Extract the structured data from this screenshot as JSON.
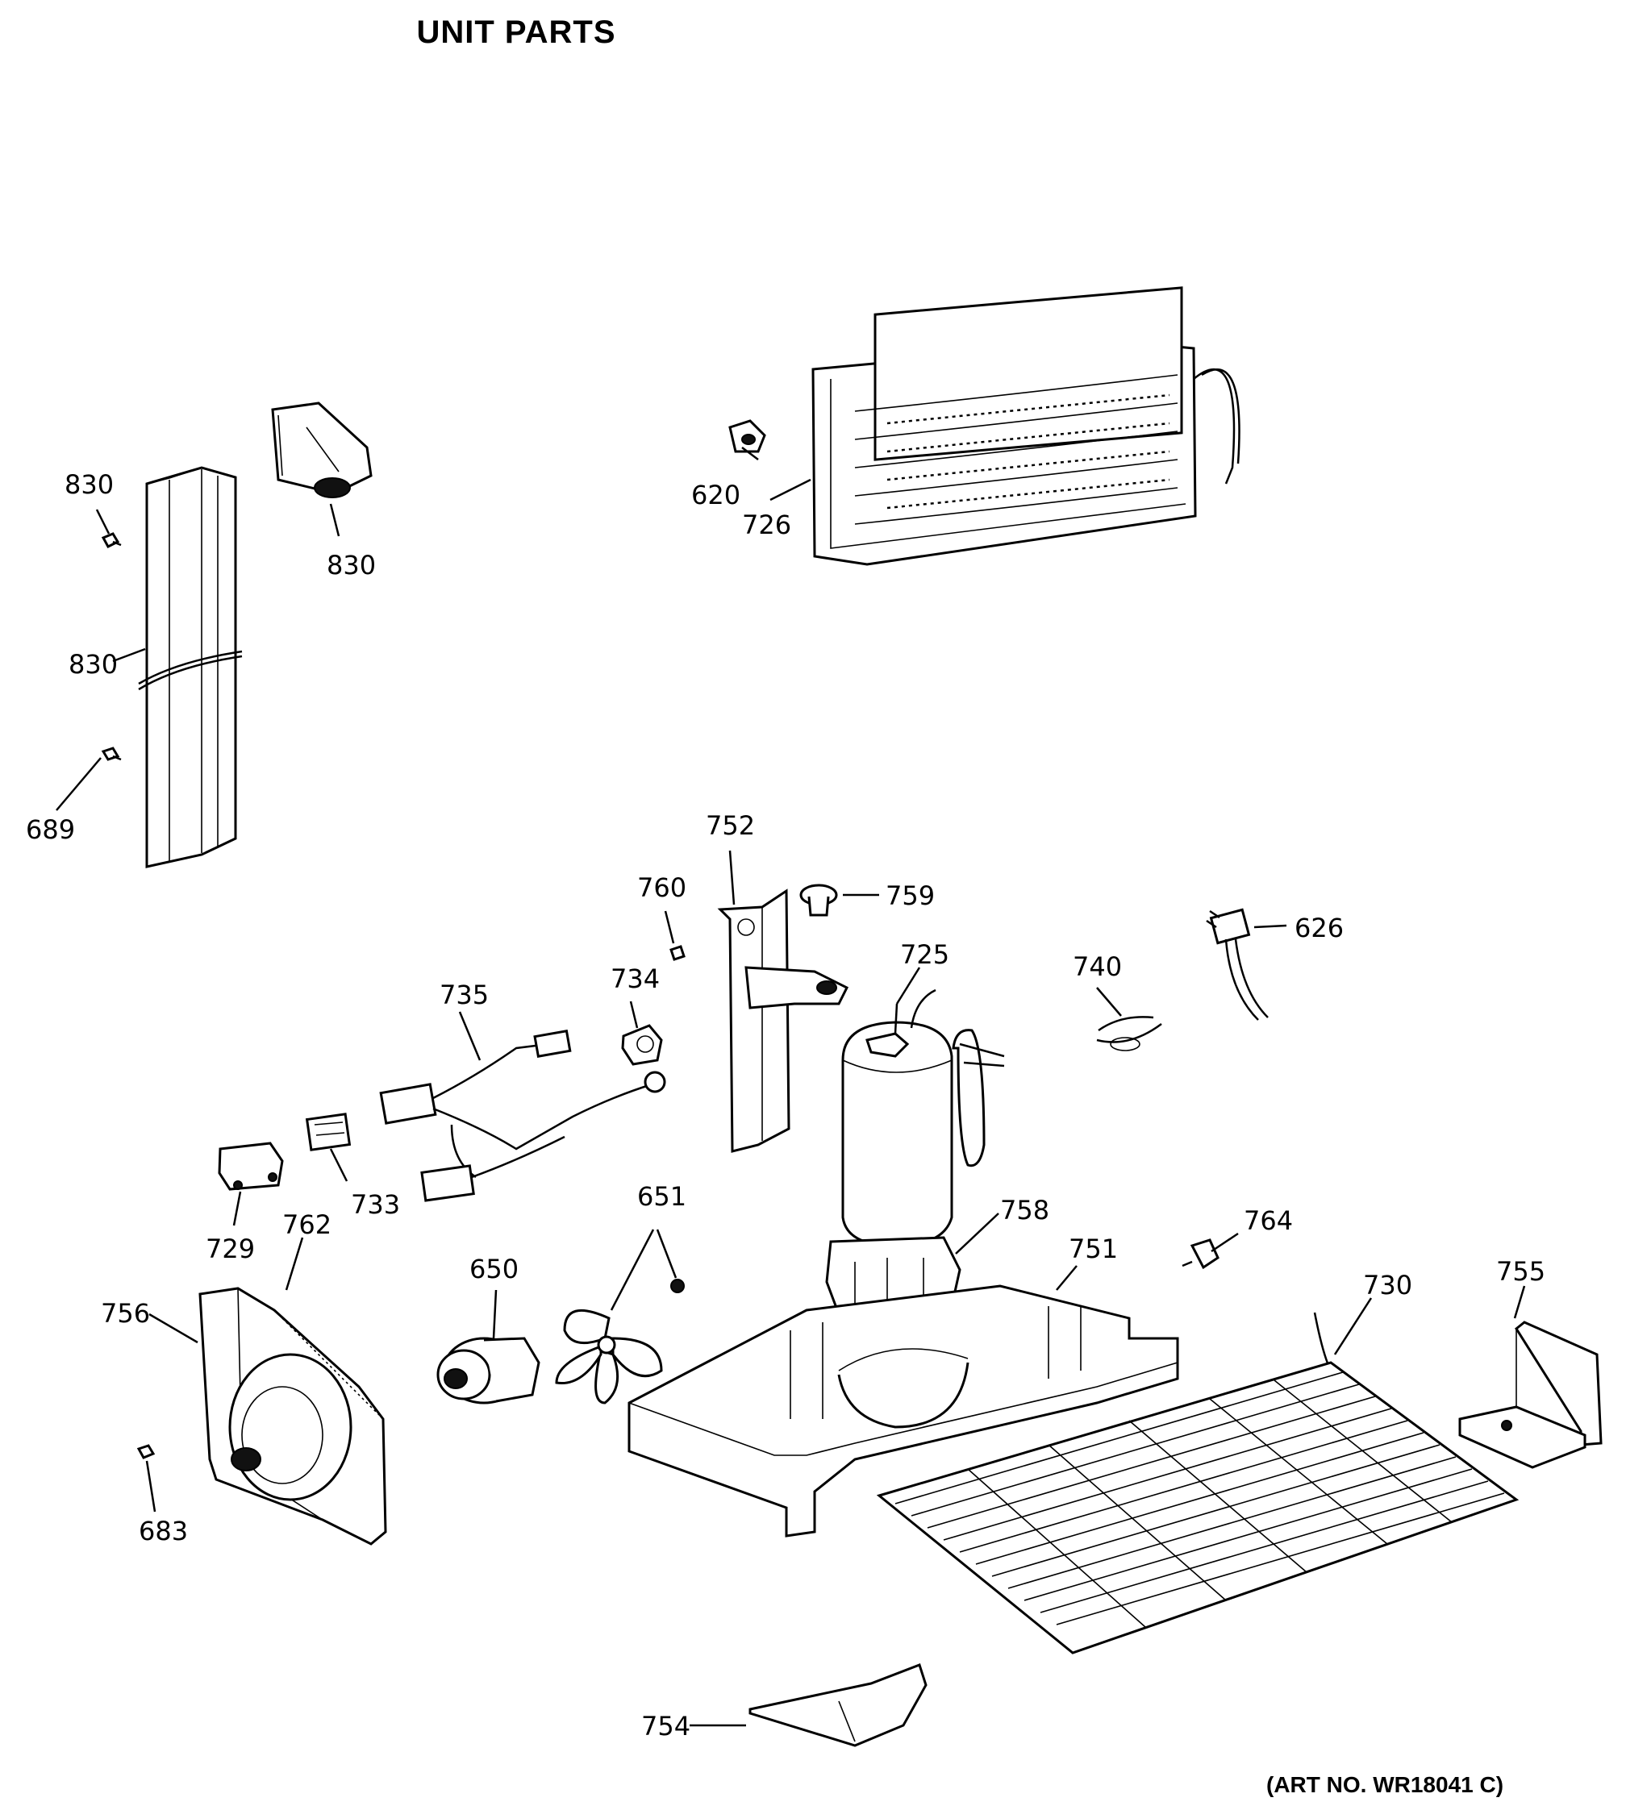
{
  "title": "UNIT PARTS",
  "art_number": "(ART NO. WR18041 C)",
  "callouts": {
    "c830a": "830",
    "c830b": "830",
    "c830c": "830",
    "c689": "689",
    "c620": "620",
    "c726": "726",
    "c752": "752",
    "c760": "760",
    "c759": "759",
    "c734": "734",
    "c735": "735",
    "c725": "725",
    "c740": "740",
    "c626": "626",
    "c729": "729",
    "c733": "733",
    "c762": "762",
    "c756": "756",
    "c650": "650",
    "c651": "651",
    "c758": "758",
    "c751": "751",
    "c764": "764",
    "c730": "730",
    "c755": "755",
    "c683": "683",
    "c754": "754"
  }
}
